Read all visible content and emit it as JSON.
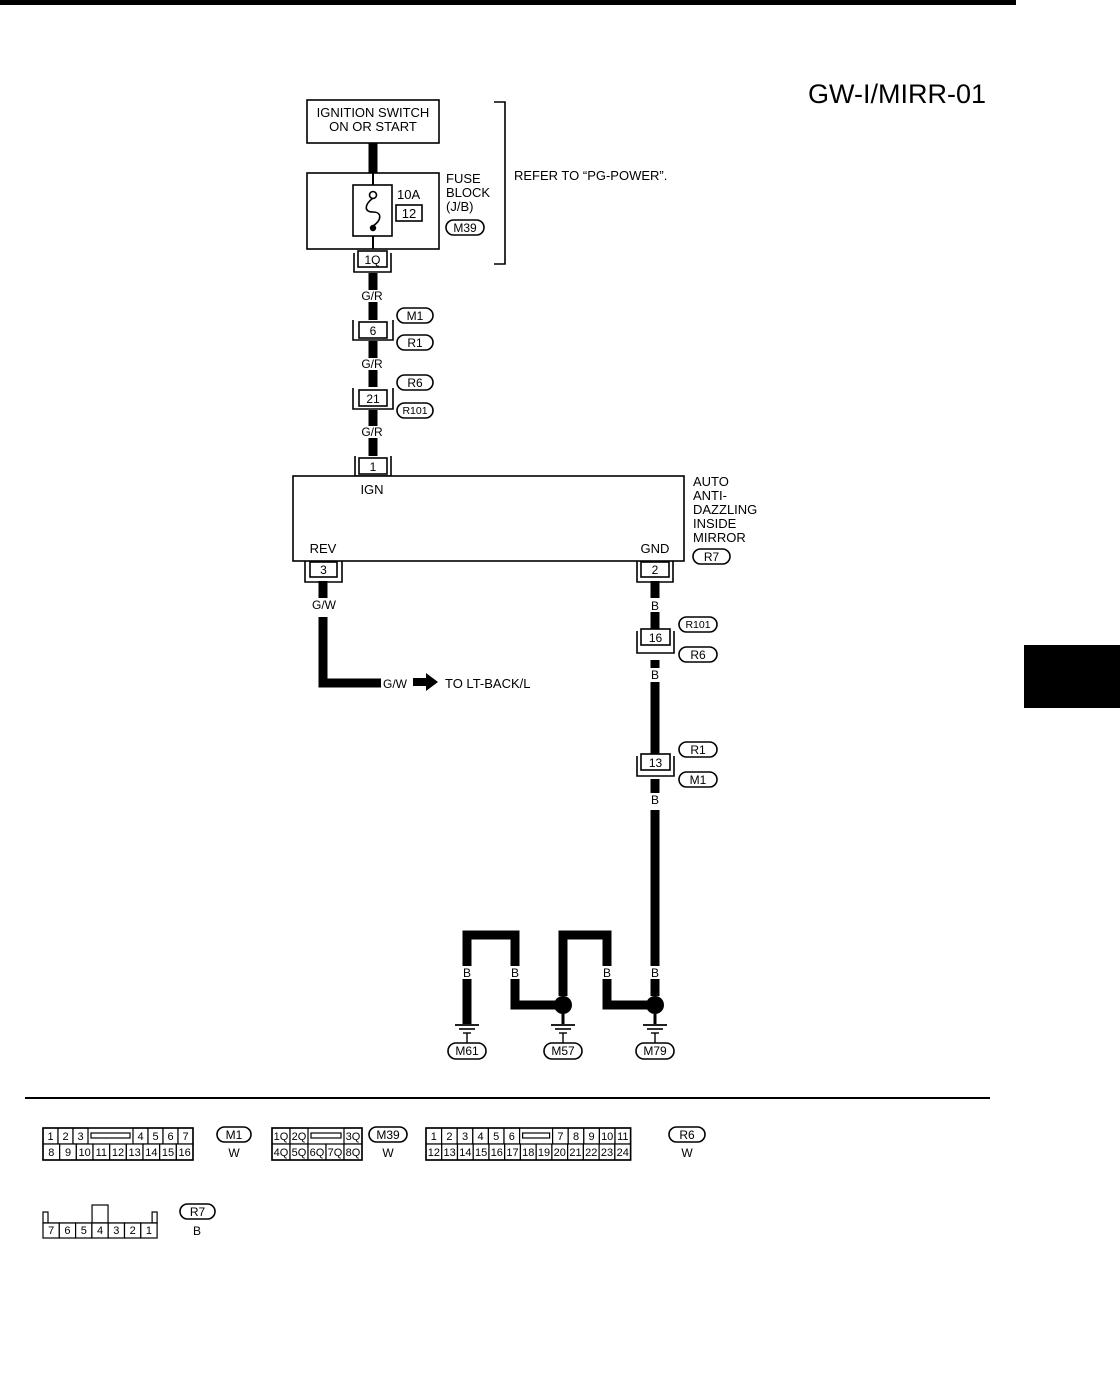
{
  "page": {
    "diagram_id": "GW-I/MIRR-01"
  },
  "colors": {
    "ink": "#000000",
    "paper": "#ffffff"
  },
  "power": {
    "switch_line1": "IGNITION SWITCH",
    "switch_line2": "ON OR START",
    "fuse_line1": "FUSE",
    "fuse_line2": "BLOCK",
    "fuse_line3": "(J/B)",
    "fuse_rating": "10A",
    "fuse_number": "12",
    "fuse_connector": "M39",
    "fuse_terminal": "1Q",
    "refer_note": "REFER TO “PG-POWER”."
  },
  "wires": {
    "w1": "G/R",
    "w2": "G/R",
    "w3": "G/R",
    "rev_wire": "G/W",
    "rev_to_color": "G/W",
    "rev_to_text": "TO LT-BACK/L",
    "g1": "B",
    "g2": "B",
    "g3": "B",
    "gb1": "B",
    "gb2": "B",
    "gb3": "B",
    "gb4": "B",
    "gb5": "B"
  },
  "junctions": {
    "j1": {
      "pin": "6",
      "top": "M1",
      "bottom": "R1"
    },
    "j2": {
      "pin": "21",
      "top": "R6",
      "bottom": "R101"
    },
    "j3": {
      "pin": "16",
      "top": "R101",
      "bottom": "R6"
    },
    "j4": {
      "pin": "13",
      "top": "R1",
      "bottom": "M1"
    }
  },
  "mirror": {
    "pin_ign": "1",
    "label_ign": "IGN",
    "pin_rev": "3",
    "label_rev": "REV",
    "pin_gnd": "2",
    "label_gnd": "GND",
    "name1": "AUTO",
    "name2": "ANTI-",
    "name3": "DAZZLING",
    "name4": "INSIDE",
    "name5": "MIRROR",
    "connector": "R7"
  },
  "grounds": {
    "g1": "M61",
    "g2": "M57",
    "g3": "M79"
  },
  "connectors": {
    "m1": {
      "id": "M1",
      "color": "W",
      "row1": [
        "1",
        "2",
        "3",
        "",
        "4",
        "5",
        "6",
        "7"
      ],
      "row2": [
        "8",
        "9",
        "10",
        "11",
        "12",
        "13",
        "14",
        "15",
        "16"
      ]
    },
    "m39": {
      "id": "M39",
      "color": "W",
      "row1": [
        "1Q",
        "2Q",
        "",
        "3Q"
      ],
      "row2": [
        "4Q",
        "5Q",
        "6Q",
        "7Q",
        "8Q"
      ]
    },
    "r6": {
      "id": "R6",
      "color": "W",
      "row1": [
        "1",
        "2",
        "3",
        "4",
        "5",
        "6",
        "",
        "7",
        "8",
        "9",
        "10",
        "11"
      ],
      "row2": [
        "12",
        "13",
        "14",
        "15",
        "16",
        "17",
        "18",
        "19",
        "20",
        "21",
        "22",
        "23",
        "24"
      ]
    },
    "r7": {
      "id": "R7",
      "color": "B",
      "row1": [
        "7",
        "6",
        "5",
        "4",
        "3",
        "2",
        "1"
      ]
    }
  }
}
